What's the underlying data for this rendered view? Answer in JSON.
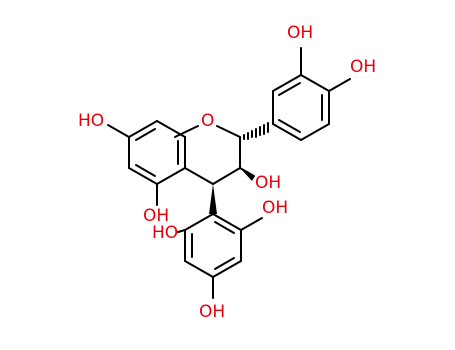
{
  "diagram": {
    "type": "chemical-structure",
    "colors": {
      "bond": "#000000",
      "heteroatom": "#e8000b",
      "background": "#ffffff"
    },
    "labels": {
      "oh_catechol_meta": "OH",
      "oh_catechol_para": "OH",
      "oh_a7": "HO",
      "o_ring": "O",
      "oh_c3": "OH",
      "oh_a5": "OH",
      "oh_phloro_left": "HO",
      "oh_phloro_right": "OH",
      "oh_phloro_para": "OH"
    }
  }
}
